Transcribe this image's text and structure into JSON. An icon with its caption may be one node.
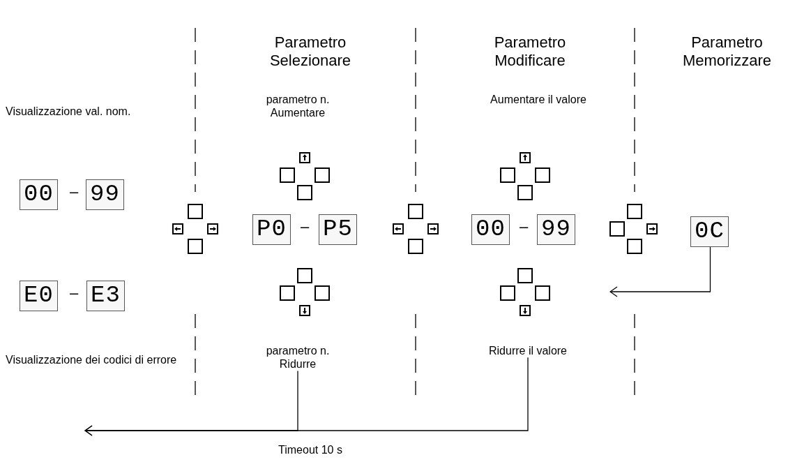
{
  "diagram": {
    "nodes": [
      {
        "text": [
          "00"
        ]
      },
      {
        "text": [
          "99"
        ]
      },
      {
        "text": [
          "P0"
        ]
      },
      {
        "text": [
          "P5"
        ]
      },
      {
        "text": [
          "00"
        ]
      },
      {
        "text": [
          "99"
        ]
      },
      {
        "text": [
          "0C"
        ]
      },
      {
        "text": [
          "E0"
        ]
      },
      {
        "text": [
          "E3"
        ]
      },
      {
        "text": [
          "parametro n. Ridurre"
        ]
      },
      {
        "text": [
          "Ridurre il valore"
        ]
      }
    ],
    "edges": [
      {
        "from": 6,
        "to": null,
        "arrow": "to"
      },
      {
        "from": 9,
        "to": null,
        "arrow": "to"
      },
      {
        "from": 10,
        "to": null,
        "arrow": "to"
      }
    ],
    "labels": [
      "Parametro Selezionare",
      "Parametro Modificare",
      "Parametro Memorizzare",
      "parametro n. Aumentare",
      "Aumentare il valore",
      "Visualizzazione val. nom.",
      "–",
      "–",
      "–",
      "–",
      "Visualizzazione dei codici di errore",
      "Timeout 10 s"
    ]
  }
}
